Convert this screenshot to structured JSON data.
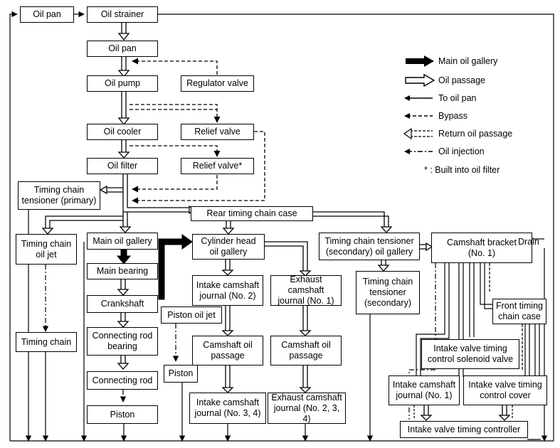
{
  "nodes": {
    "oil_pan_top": "Oil pan",
    "oil_strainer": "Oil strainer",
    "oil_pan": "Oil pan",
    "oil_pump": "Oil pump",
    "regulator_valve": "Regulator valve",
    "oil_cooler": "Oil cooler",
    "relief_valve": "Relief valve",
    "oil_filter": "Oil filter",
    "relief_valve_builtin": "Relief valve*",
    "tc_tensioner_primary": "Timing chain\ntensioner (primary)",
    "rear_tc_case": "Rear timing chain case",
    "tc_oil_jet": "Timing chain\noil jet",
    "main_oil_gallery": "Main oil gallery",
    "cyl_head_gallery": "Cylinder head\noil gallery",
    "tc_tensioner_secondary_gallery": "Timing chain tensioner\n(secondary) oil gallery",
    "camshaft_bracket": "Camshaft bracket\n(No. 1)",
    "main_bearing": "Main bearing",
    "intake_cam_journal_2": "Intake camshaft\njournal (No. 2)",
    "exhaust_cam_journal_1": "Exhaust camshaft\njournal (No. 1)",
    "tc_tensioner_secondary": "Timing chain\ntensioner\n(secondary)",
    "crankshaft": "Crankshaft",
    "piston_oil_jet": "Piston oil jet",
    "front_tc_case": "Front timing\nchain case",
    "timing_chain": "Timing chain",
    "conrod_bearing": "Connecting rod\nbearing",
    "intake_cam_passage": "Camshaft oil\npassage",
    "exhaust_cam_passage": "Camshaft oil\npassage",
    "ivt_solenoid": "Intake valve timing\ncontrol solenoid valve",
    "piston_small": "Piston",
    "conrod": "Connecting rod",
    "intake_cam_journal_1": "Intake camshaft\njournal (No. 1)",
    "ivt_cover": "Intake valve timing\ncontrol cover",
    "piston": "Piston",
    "intake_cam_journal_34": "Intake camshaft\njournal (No. 3, 4)",
    "exhaust_cam_journal_234": "Exhaust camshaft\njournal (No. 2, 3, 4)",
    "ivt_controller": "Intake valve timing controller"
  },
  "legend": [
    {
      "kind": "main-oil-gallery",
      "label": "Main oil gallery"
    },
    {
      "kind": "oil-passage",
      "label": "Oil passage"
    },
    {
      "kind": "to-oil-pan",
      "label": "To oil pan"
    },
    {
      "kind": "bypass",
      "label": "Bypass"
    },
    {
      "kind": "return-oil-passage",
      "label": "Return oil passage"
    },
    {
      "kind": "oil-injection",
      "label": "Oil injection"
    }
  ],
  "legend_note": "* : Built into oil filter",
  "drain_label": "Drain"
}
